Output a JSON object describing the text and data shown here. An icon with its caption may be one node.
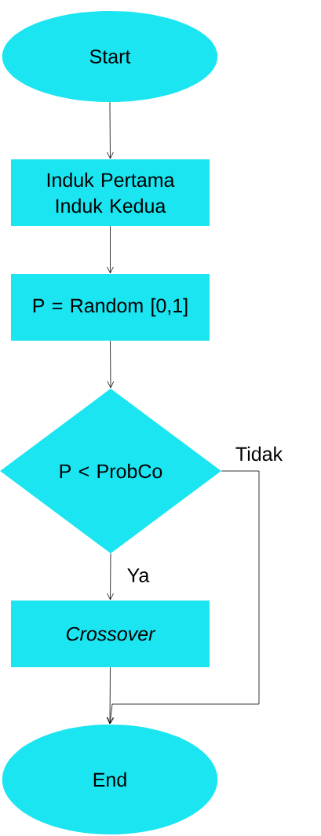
{
  "diagram": {
    "nodes": [
      {
        "text": [
          "Start"
        ]
      },
      {
        "text": [
          "Induk Pertama Induk Kedua"
        ]
      },
      {
        "text": [
          "P = Random [0,1]"
        ]
      },
      {
        "text": [
          "P < ProbCo"
        ]
      },
      {
        "text": [
          "Crossover"
        ]
      },
      {
        "text": [
          "End"
        ]
      }
    ],
    "edges": [
      {
        "from": 0,
        "to": 1,
        "arrow": "to"
      },
      {
        "from": 1,
        "to": 2,
        "arrow": "to"
      },
      {
        "from": 2,
        "to": 3,
        "arrow": "to"
      },
      {
        "from": 3,
        "to": 4,
        "arrow": "to",
        "label": "Ya"
      },
      {
        "from": 3,
        "to": 5,
        "arrow": "to",
        "label": "Tidak"
      },
      {
        "from": 4,
        "to": 5,
        "arrow": "to"
      }
    ]
  }
}
